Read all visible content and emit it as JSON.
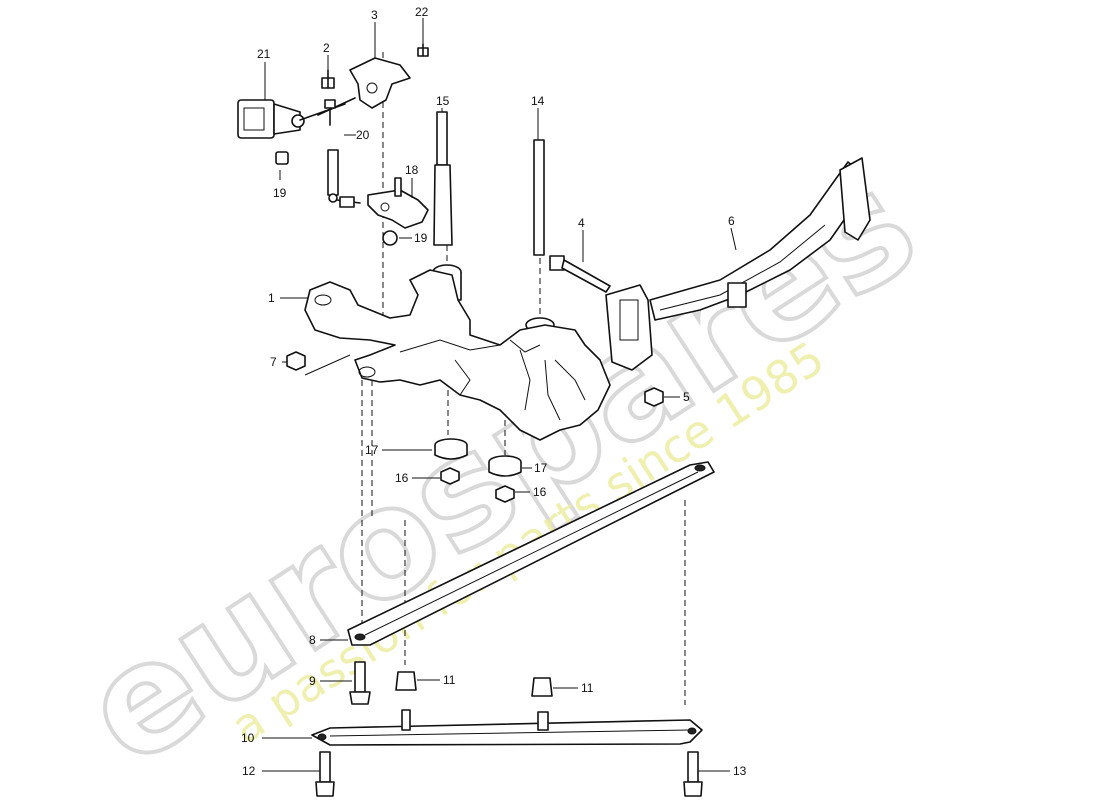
{
  "watermark": {
    "brand": "eurospares",
    "tagline": "a passion for parts since 1985"
  },
  "callouts": [
    "1",
    "2",
    "3",
    "4",
    "5",
    "6",
    "7",
    "8",
    "9",
    "10",
    "11",
    "11",
    "12",
    "13",
    "14",
    "15",
    "16",
    "16",
    "17",
    "17",
    "18",
    "19",
    "19",
    "20",
    "21",
    "22"
  ]
}
